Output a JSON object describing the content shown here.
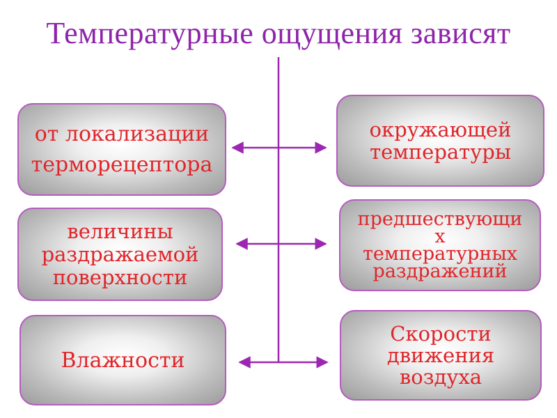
{
  "title": "Температурные ощущения зависят",
  "boxes": {
    "localization": "от локализации\nтерморецептора",
    "surface": "величины\nраздражаемой\nповерхности",
    "humidity": "Влажности",
    "ambient": "окружающей\nтемпературы",
    "previous": "предшествующи\nх\nтемпературных\nраздражений",
    "air_speed": "Скорости\nдвижения\nвоздуха"
  },
  "colors": {
    "title": "#8e24aa",
    "text": "#e0252a",
    "connector": "#9c27b0",
    "box_border": "#b65bc0"
  }
}
